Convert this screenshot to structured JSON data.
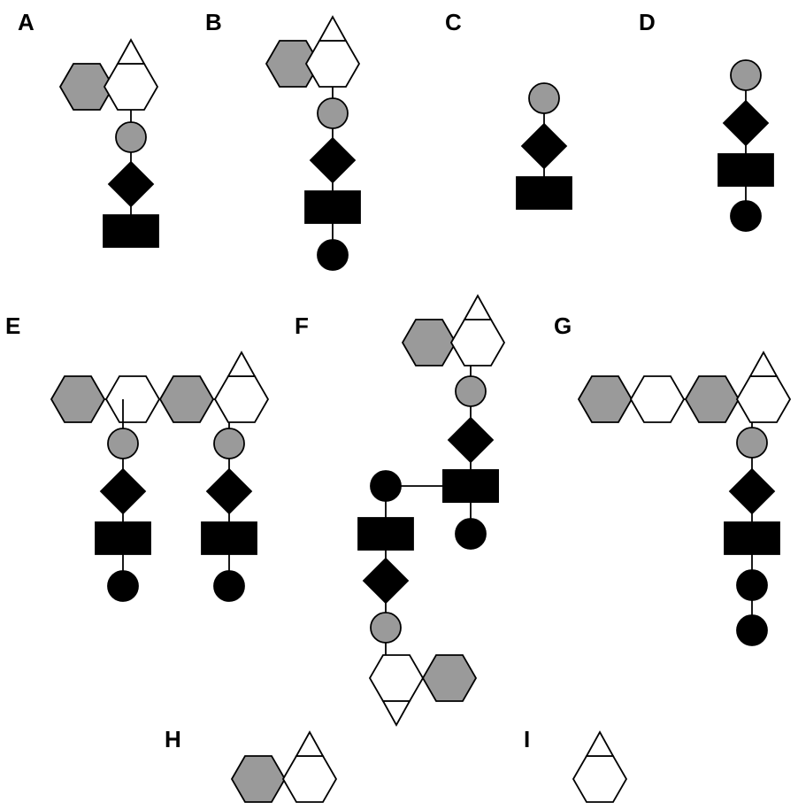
{
  "panels": {
    "A": {
      "label": "A"
    },
    "B": {
      "label": "B"
    },
    "C": {
      "label": "C"
    },
    "D": {
      "label": "D"
    },
    "E": {
      "label": "E"
    },
    "F": {
      "label": "F"
    },
    "G": {
      "label": "G"
    },
    "H": {
      "label": "H"
    },
    "I": {
      "label": "I"
    }
  },
  "colors": {
    "black": "#000000",
    "gray": "#9a9a9a",
    "white": "#ffffff",
    "stroke": "#000000"
  },
  "symbols": [
    "gray-hexagon",
    "white-hexagon",
    "hexagon-with-triangle",
    "gray-circle",
    "black-diamond",
    "black-rectangle",
    "black-circle"
  ]
}
